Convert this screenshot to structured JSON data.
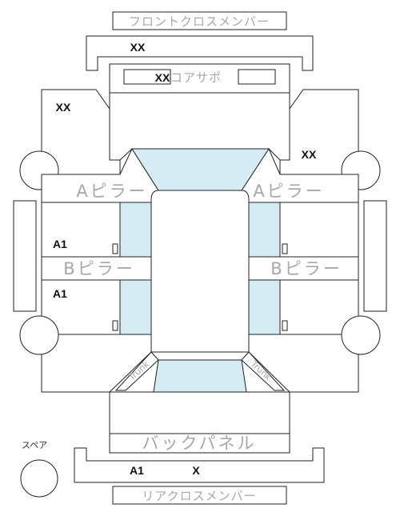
{
  "labels": {
    "front_cross_member": "フロントクロスメンバー",
    "core_support": "コアサポ",
    "pillar_a": "Aピラー",
    "pillar_b": "Bピラー",
    "back_panel": "バックパネル",
    "rear_cross_member": "リアクロスメンバー",
    "spare": "スペア",
    "trunk": "Trunk"
  },
  "codes": {
    "front_member": "XX",
    "core_support": "XX",
    "front_left": "XX",
    "front_right": "XX",
    "left_front_door": "A1",
    "left_rear_door": "A1",
    "rear_member_left": "A1",
    "rear_member_right": "X"
  },
  "colors": {
    "glass": "#d6ecf3",
    "outline": "#222222",
    "label": "#a8a8a8"
  }
}
